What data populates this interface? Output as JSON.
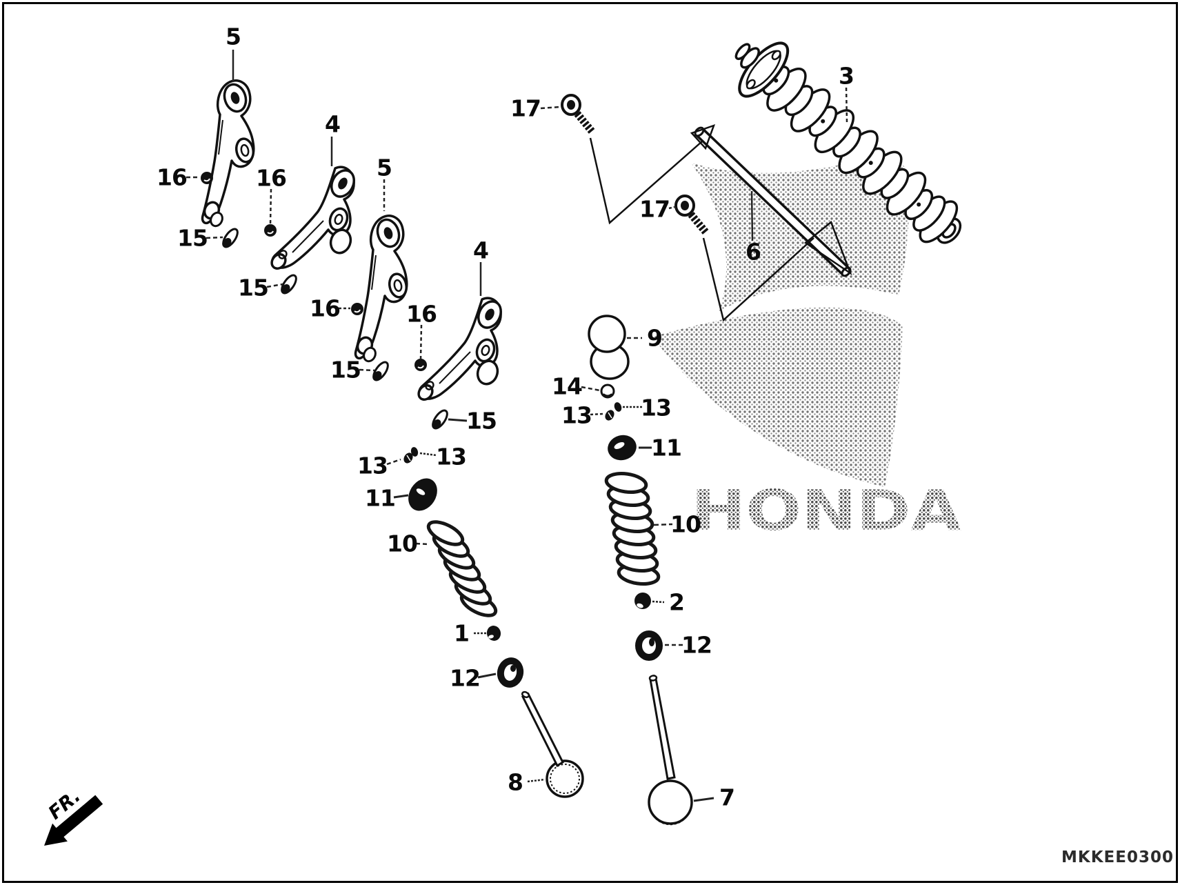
{
  "figure": {
    "code": "MKKEE0300",
    "watermark_text": "HONDA",
    "front_label": "FR.",
    "line_color": "#111111",
    "background_color": "#ffffff",
    "watermark_dot_color": "#6e6e6e"
  },
  "callouts": [
    "5",
    "4",
    "5",
    "4",
    "16",
    "16",
    "16",
    "16",
    "15",
    "15",
    "15",
    "15",
    "17",
    "17",
    "3",
    "6",
    "9",
    "14",
    "13",
    "13",
    "11",
    "10",
    "2",
    "12",
    "7",
    "13",
    "13",
    "11",
    "10",
    "1",
    "12",
    "8"
  ]
}
